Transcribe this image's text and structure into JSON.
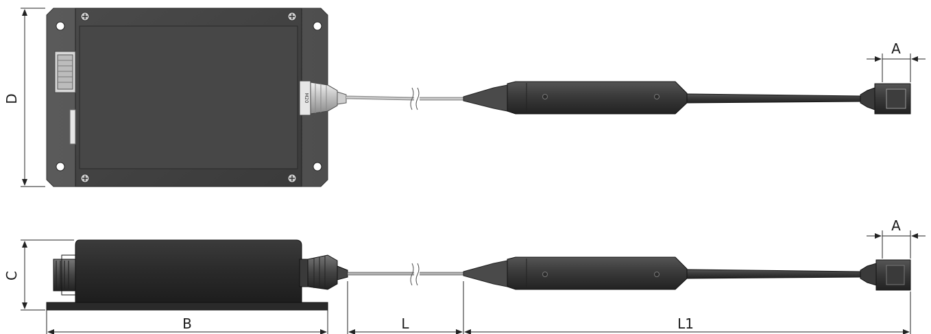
{
  "labels": {
    "width_top": "A",
    "height_top": "D",
    "width_side": "A",
    "height_side": "C",
    "base_length": "B",
    "cable_length": "L",
    "probe_length": "L1"
  },
  "housing_marking": "M20"
}
